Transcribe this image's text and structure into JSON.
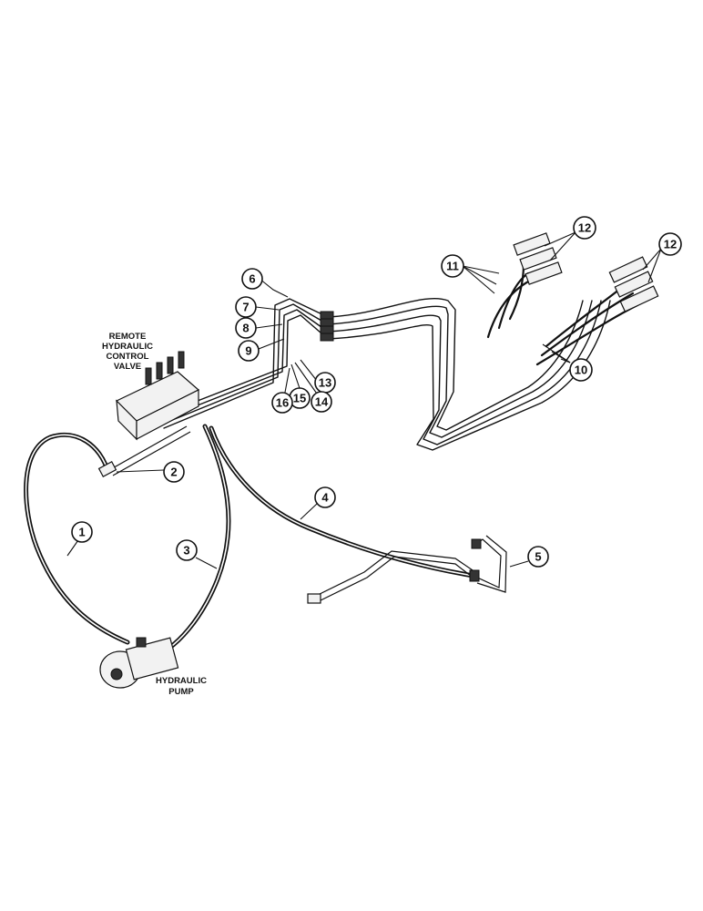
{
  "components": {
    "control_valve": [
      "REMOTE",
      "HYDRAULIC",
      "CONTROL",
      "VALVE"
    ],
    "pump": [
      "HYDRAULIC",
      "PUMP"
    ]
  },
  "callouts": [
    {
      "id": "c1",
      "label": "1"
    },
    {
      "id": "c2",
      "label": "2"
    },
    {
      "id": "c3",
      "label": "3"
    },
    {
      "id": "c4",
      "label": "4"
    },
    {
      "id": "c5",
      "label": "5"
    },
    {
      "id": "c6",
      "label": "6"
    },
    {
      "id": "c7",
      "label": "7"
    },
    {
      "id": "c8",
      "label": "8"
    },
    {
      "id": "c9",
      "label": "9"
    },
    {
      "id": "c10",
      "label": "10"
    },
    {
      "id": "c11",
      "label": "11"
    },
    {
      "id": "c12a",
      "label": "12"
    },
    {
      "id": "c12b",
      "label": "12"
    },
    {
      "id": "c13",
      "label": "13"
    },
    {
      "id": "c14",
      "label": "14"
    },
    {
      "id": "c15",
      "label": "15"
    },
    {
      "id": "c16",
      "label": "16"
    }
  ]
}
